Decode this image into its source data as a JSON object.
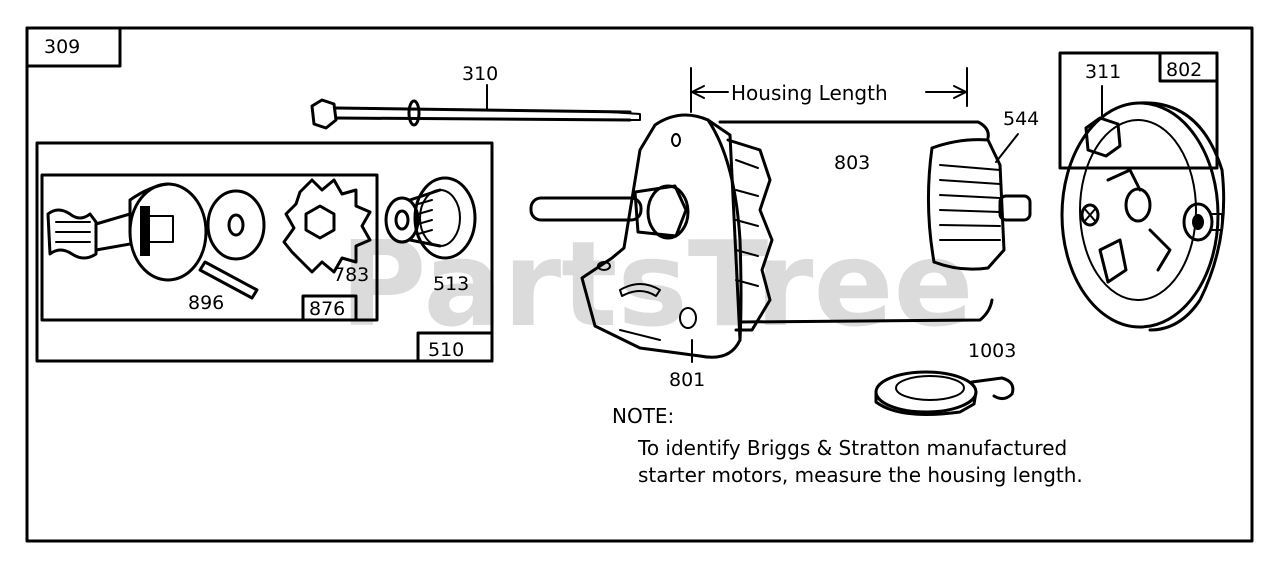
{
  "diagram": {
    "outer_label": "309",
    "parts": {
      "p310": "310",
      "p544": "544",
      "p311": "311",
      "p802": "802",
      "p803": "803",
      "p510": "510",
      "p876": "876",
      "p896": "896",
      "p783": "783",
      "p513": "513",
      "p801": "801",
      "p1003": "1003"
    },
    "dimension_label": "Housing Length",
    "note": {
      "heading": "NOTE:",
      "line1": "To identify Briggs & Stratton manufactured",
      "line2": "starter motors, measure the housing length."
    },
    "watermark": "PartsTree"
  }
}
